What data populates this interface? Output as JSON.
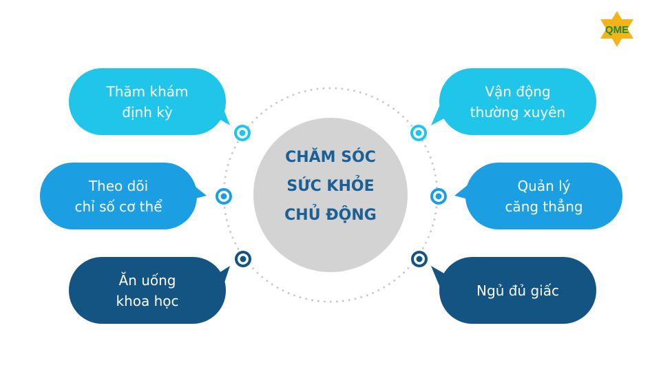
{
  "center": {
    "lines": [
      "CHĂM SÓC",
      "SỨC KHỎE",
      "CHỦ ĐỘNG"
    ],
    "color": "#1a5f95",
    "circle_color": "#d3d3d3"
  },
  "colors": {
    "cyan": "#20c6e9",
    "blue": "#1b9ee2",
    "navy": "#145483",
    "dotted_ring": "#c9c9c9"
  },
  "bubbles": [
    {
      "lines": [
        "Thăm khám",
        "định kỳ"
      ],
      "color": "#20c6e9"
    },
    {
      "lines": [
        "Theo dõi",
        "chỉ số cơ thể"
      ],
      "color": "#1b9ee2"
    },
    {
      "lines": [
        "Ăn uống",
        "khoa học"
      ],
      "color": "#145483"
    },
    {
      "lines": [
        "Vận động",
        "thường xuyên"
      ],
      "color": "#20c6e9"
    },
    {
      "lines": [
        "Quản lý",
        "căng thẳng"
      ],
      "color": "#1b9ee2"
    },
    {
      "lines": [
        "Ngủ đủ giấc"
      ],
      "color": "#145483"
    }
  ],
  "logo": {
    "text": "QME",
    "icon": "star-of-david-logo-icon",
    "color": "#f5b31a"
  }
}
